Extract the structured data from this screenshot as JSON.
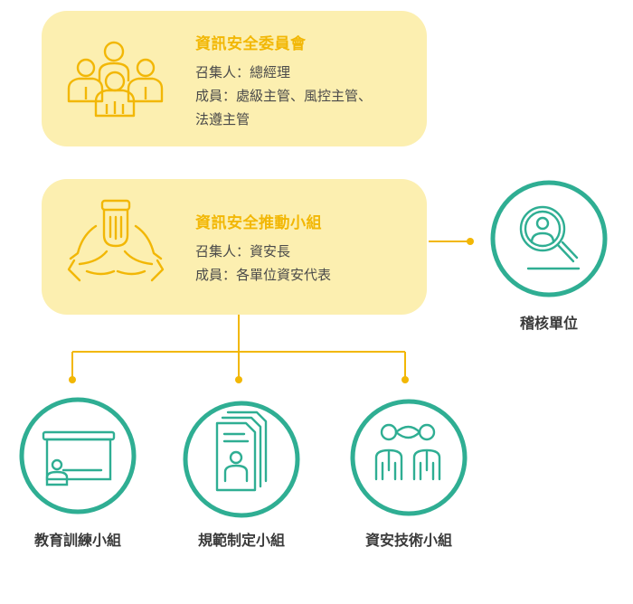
{
  "committee": {
    "title": "資訊安全委員會",
    "convener": "召集人：總經理",
    "members_line1": "成員：處級主管、風控主管、",
    "members_line2": "法遵主管"
  },
  "promotion": {
    "title": "資訊安全推動小組",
    "convener": "召集人：資安長",
    "members": "成員：各單位資安代表"
  },
  "audit": {
    "label": "稽核單位"
  },
  "subgroups": [
    {
      "label": "教育訓練小組"
    },
    {
      "label": "規範制定小組"
    },
    {
      "label": "資安技術小組"
    }
  ],
  "colors": {
    "card": "#fcefb0",
    "accent": "#f2b705",
    "teal": "#2fae93",
    "text": "#4a4a4a"
  },
  "icons": {
    "committee": "people-group-icon",
    "promotion": "hands-together-icon",
    "audit": "magnifier-person-icon",
    "training": "presentation-board-icon",
    "rules": "documents-person-icon",
    "tech": "connected-people-icon"
  }
}
